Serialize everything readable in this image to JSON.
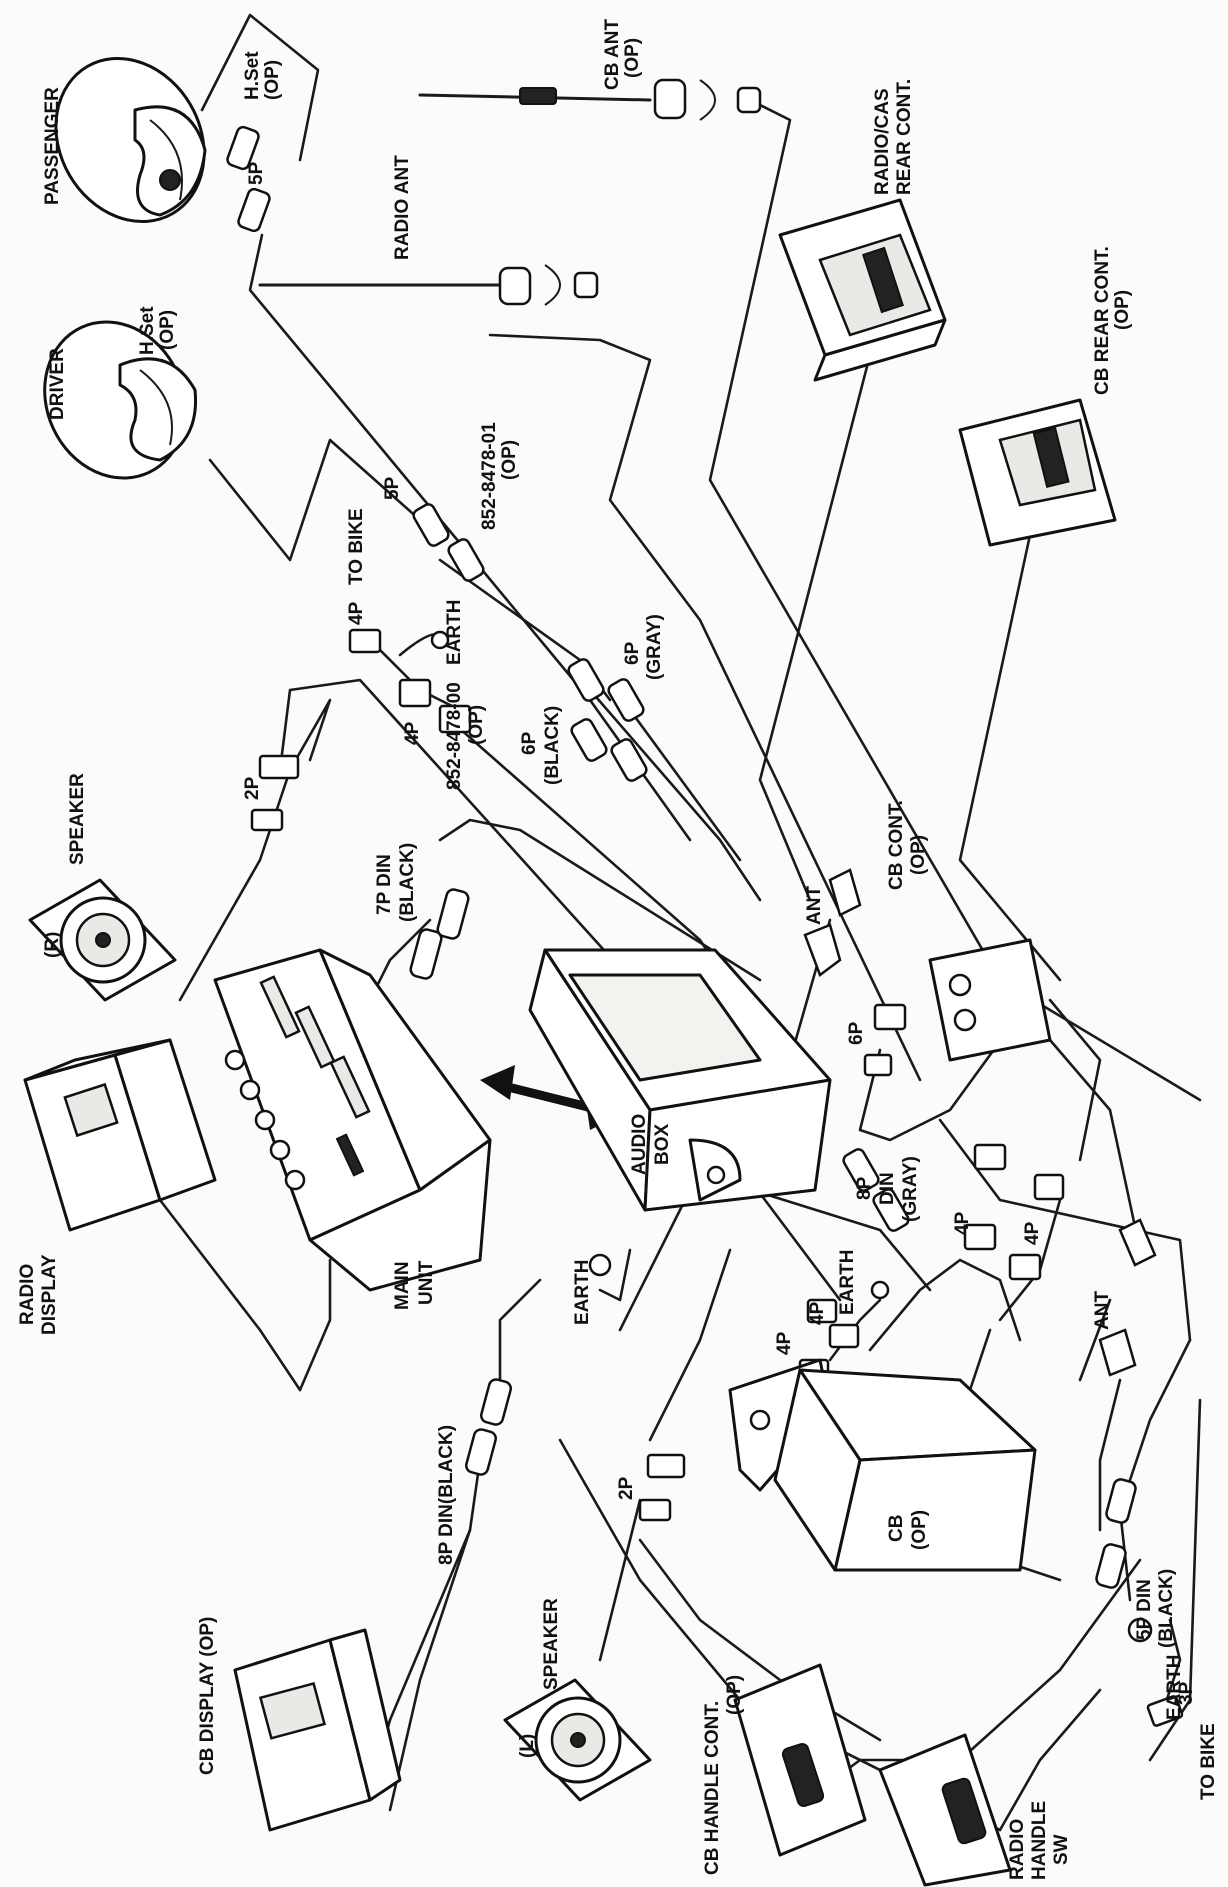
{
  "components": {
    "passenger_helmet": {
      "label": "PASSENGER",
      "headset": "H.Set",
      "headset_op": "(OP)"
    },
    "driver_helmet": {
      "label": "DRIVER",
      "headset": "H.Set",
      "headset_op": "(OP)"
    },
    "cb_ant": {
      "label": "CB ANT",
      "op": "(OP)"
    },
    "radio_ant": {
      "label": "RADIO ANT"
    },
    "radio_cas_rear_cont": {
      "line1": "RADIO/CAS",
      "line2": "REAR CONT."
    },
    "cb_rear_cont": {
      "line1": "CB REAR CONT.",
      "line2": "(OP)"
    },
    "radio_display": {
      "line1": "RADIO",
      "line2": "DISPLAY"
    },
    "main_unit": {
      "line1": "MAIN",
      "line2": "UNIT"
    },
    "audio_box": {
      "line1": "AUDIO",
      "line2": "BOX"
    },
    "speaker_r": {
      "side": "(R)",
      "label": "SPEAKER"
    },
    "speaker_l": {
      "side": "(L)",
      "label": "SPEAKER"
    },
    "cb_cont": {
      "line1": "CB CONT.",
      "line2": "(OP)"
    },
    "cb": {
      "line1": "CB",
      "line2": "(OP)"
    },
    "cb_display": {
      "label": "CB DISPLAY (OP)"
    },
    "cb_handle_cont": {
      "line1": "CB HANDLE CONT.",
      "line2": "(OP)"
    },
    "radio_handle_sw": {
      "line1": "RADIO",
      "line2": "HANDLE",
      "line3": "SW"
    }
  },
  "connectors": {
    "p5_passenger": "5P",
    "p5_driver": "5P",
    "harness_8478_01": {
      "line1": "852-8478-01",
      "line2": "(OP)"
    },
    "harness_8478_00": {
      "line1": "852-8478-00",
      "line2": "(OP)"
    },
    "to_bike_4p": {
      "line1": "TO BIKE",
      "line2": "4P"
    },
    "earth_top": "EARTH",
    "p4_top": "4P",
    "p6_black": {
      "line1": "6P",
      "line2": "(BLACK)"
    },
    "p6_gray": {
      "line1": "6P",
      "line2": "(GRAY)"
    },
    "p2_right": "2P",
    "din7_black": {
      "line1": "7P DIN",
      "line2": "(BLACK)"
    },
    "ant_main": "ANT",
    "p6_cbcont": "6P",
    "din8_gray": {
      "line1": "8P",
      "line2": "DIN",
      "line3": "(GRAY)"
    },
    "p4_a": "4P",
    "p4_b": "4P",
    "p4_c": "4P",
    "p4_d": "4P",
    "earth_mid": "EARTH",
    "earth_left": "EARTH",
    "ant_cb": "ANT",
    "din8_black": "8P DIN(BLACK)",
    "p2_left": "2P",
    "din5_black": {
      "line1": "5P DIN",
      "line2": "(BLACK)"
    },
    "earth_bottom": "EARTH",
    "to_bike_3p": {
      "line1": "3P",
      "line2": "TO BIKE"
    }
  }
}
